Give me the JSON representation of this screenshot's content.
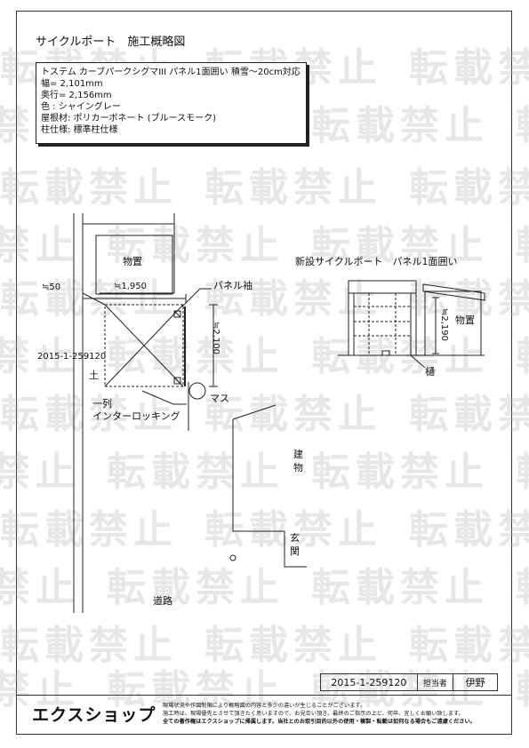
{
  "watermark": "転載禁止",
  "title": "サイクルポート　施工概略図",
  "spec": {
    "product": "トステム カーブパークシグマIII パネル1面囲い 積雪～20cm対応",
    "width": "幅= 2,101mm",
    "depth": "奥行= 2,156mm",
    "color": "色 : シャイングレー",
    "roof": "屋根材: ポリカーボネート (ブルースモーク)",
    "pillar": "柱仕様: 標準柱仕様"
  },
  "plan": {
    "storage": "物置",
    "dim_50": "≒50",
    "dim_1950": "≒1,950",
    "panel": "パネル袖",
    "dim_2100": "≒2,100",
    "drawing_no": "2015-1-259120",
    "soil": "土",
    "masu": "マス",
    "one_row": "一列",
    "interlocking": "インターロッキング",
    "building": "建物",
    "entrance": "玄関",
    "road": "道路"
  },
  "elevation": {
    "title": "新設サイクルポート　パネル1面囲い",
    "storage": "物置",
    "dim_2190": "≒2,190",
    "gutter": "樋"
  },
  "footer": {
    "drawing_no": "2015-1-259120",
    "person_label": "担当者",
    "person": "伊野",
    "logo": "エクスショップ",
    "notice_1": "現場状況や作図制限により概略図の内容と多少の違いが生じることがございます。",
    "notice_2": "施工時は、現場優先とさせて頂きたく思いますので、お見合い頂き、最終のご指示の上ど、何卒、宜しくお願い致します。",
    "notice_3": "全ての著作権はエクスショップに帰属します。当社とのお取引目的以外の使用・複製・転載は如何なる場合もご遠慮ください。"
  }
}
